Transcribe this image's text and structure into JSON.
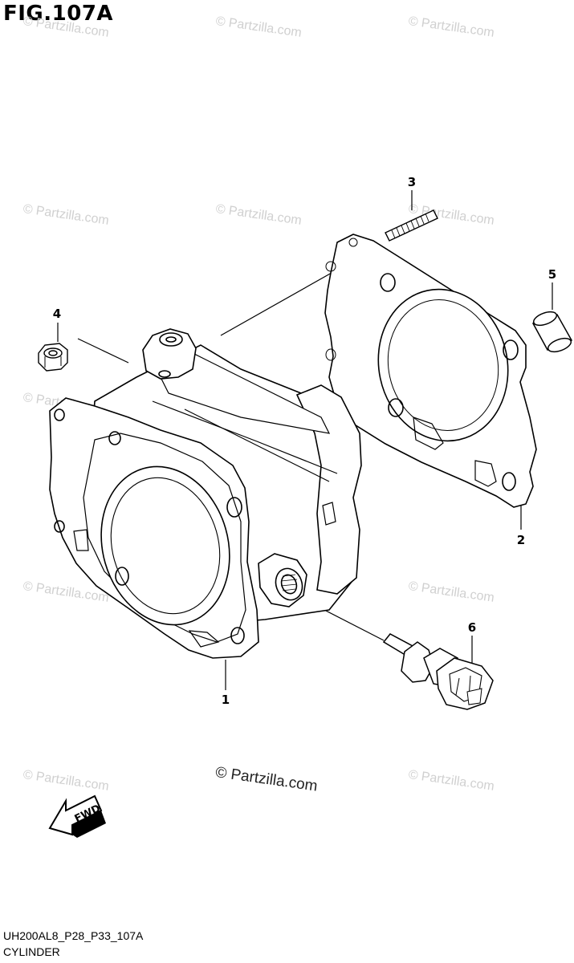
{
  "figure": {
    "title": "FIG.107A",
    "code": "UH200AL8_P28_P33_107A",
    "name": "CYLINDER"
  },
  "watermark": "© Partzilla.com",
  "copyright": "© Partzilla.com",
  "fwd_label": "FWD",
  "callouts": {
    "c1": "1",
    "c2": "2",
    "c3": "3",
    "c4": "4",
    "c5": "5",
    "c6": "6"
  },
  "parts": [
    {
      "ref": "1",
      "part": "cylinder-icon"
    },
    {
      "ref": "2",
      "part": "cylinder-gasket-icon"
    },
    {
      "ref": "3",
      "part": "stud-bolt-icon"
    },
    {
      "ref": "4",
      "part": "nut-icon"
    },
    {
      "ref": "5",
      "part": "dowel-pin-icon"
    },
    {
      "ref": "6",
      "part": "temperature-sensor-icon"
    }
  ]
}
